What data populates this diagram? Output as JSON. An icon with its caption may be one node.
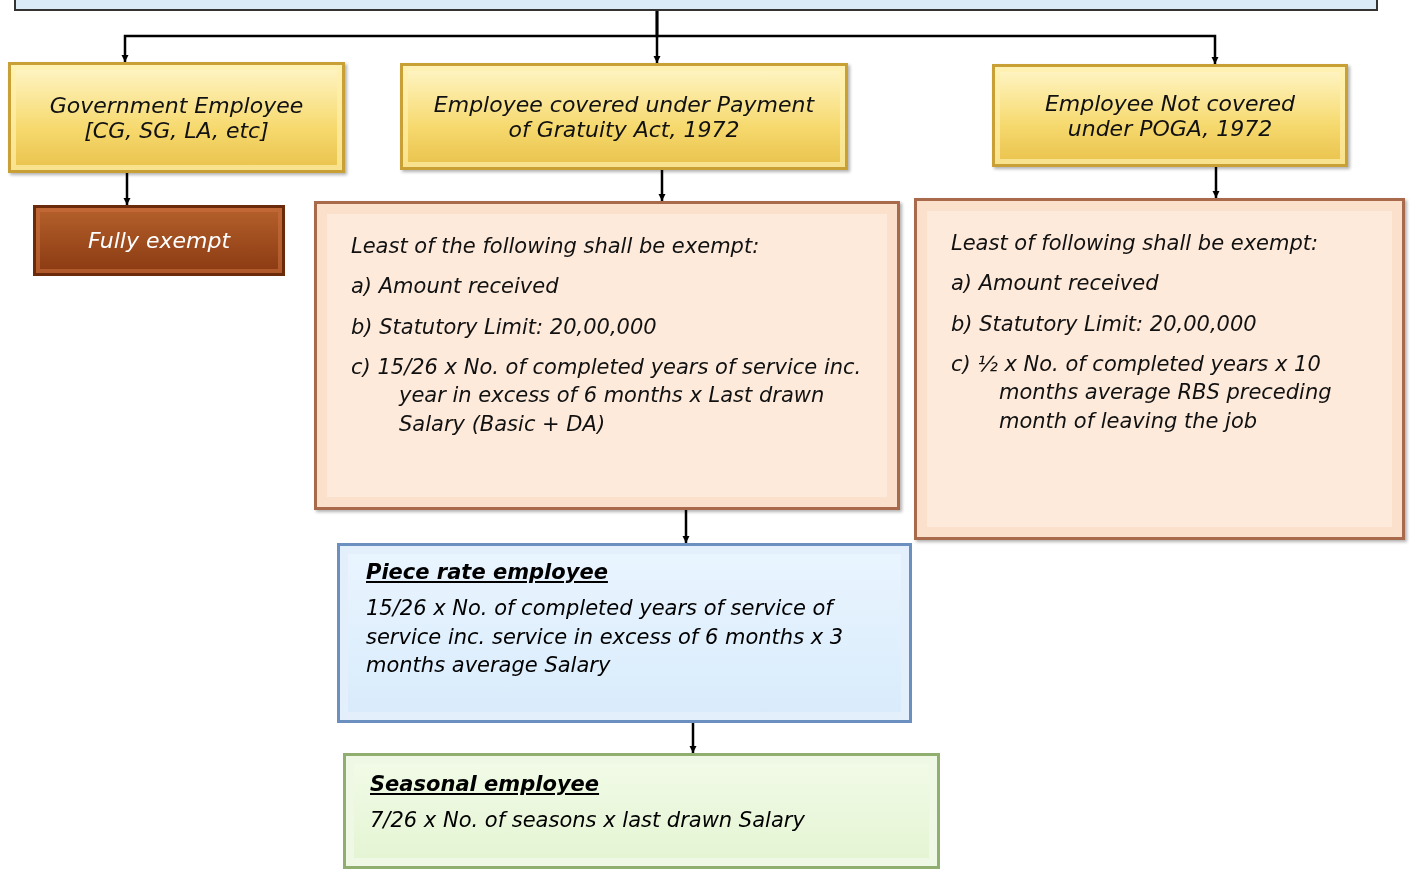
{
  "diagram": {
    "nodes": [
      {
        "text": [],
        "shape": "box"
      },
      {
        "text": [
          "Government Employee [CG, SG, LA, etc]"
        ]
      },
      {
        "text": [
          "Employee covered under Payment of Gratuity Act, 1972"
        ]
      },
      {
        "text": [
          "Employee Not covered under POGA, 1972"
        ]
      },
      {
        "text": [
          "Fully exempt"
        ]
      },
      {
        "text": [
          "Least of the following shall be exempt:",
          "a) Amount received",
          "b) Statutory Limit: 20,00,000",
          "c) 15/26 x No. of completed years of service inc. year in excess of 6 months x Last drawn Salary (Basic + DA)"
        ]
      },
      {
        "text": [
          "Least of following shall be exempt:",
          "a) Amount received",
          "b) Statutory Limit: 20,00,000",
          "c) ½ x No. of completed years x 10 months average RBS preceding month of leaving the job"
        ]
      },
      {
        "text": [
          "Piece rate employee",
          "15/26 x No. of completed years of service of service inc. service in excess of 6 months x 3 months average Salary"
        ]
      },
      {
        "text": [
          "Seasonal employee",
          "7/26 x No. of seasons x last drawn Salary"
        ]
      }
    ],
    "edges": [
      {
        "from": 0,
        "to": 1,
        "arrow": "to"
      },
      {
        "from": 0,
        "to": 2,
        "arrow": "to"
      },
      {
        "from": 0,
        "to": 3,
        "arrow": "to"
      },
      {
        "from": 1,
        "to": 4,
        "arrow": "to"
      },
      {
        "from": 2,
        "to": 5,
        "arrow": "to"
      },
      {
        "from": 3,
        "to": 6,
        "arrow": "to"
      },
      {
        "from": 5,
        "to": 7,
        "arrow": "to"
      },
      {
        "from": 7,
        "to": 8,
        "arrow": "to"
      }
    ]
  }
}
